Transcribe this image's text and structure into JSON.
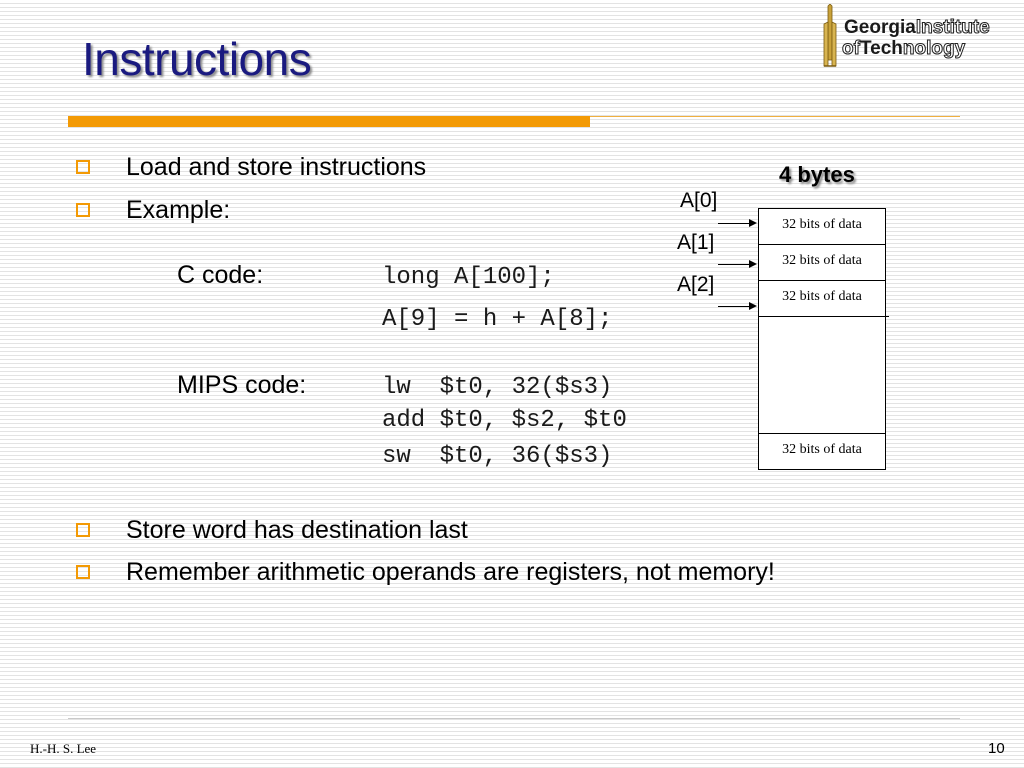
{
  "slide": {
    "title": "Instructions",
    "logo": {
      "line1_bold": "Georgia",
      "line1_outline": "Institute",
      "line2_outline_a": "of",
      "line2_bold": "Tech",
      "line2_outline_b": "nology"
    },
    "bullets": [
      "Load and store instructions",
      "Example:",
      "Store word has destination last",
      "Remember arithmetic operands are registers, not memory!"
    ],
    "c_code": {
      "label": "C code:",
      "lines": [
        "long A[100];",
        "A[9] = h + A[8];"
      ]
    },
    "mips_code": {
      "label": "MIPS code:",
      "lines": [
        "lw  $t0, 32($s3)",
        "add $t0, $s2, $t0",
        "sw  $t0, 36($s3)"
      ]
    },
    "diagram": {
      "bytes_label": "4 bytes",
      "indices": [
        "A[0]",
        "A[1]",
        "A[2]"
      ],
      "cells": [
        "32 bits of data",
        "32 bits of data",
        "32 bits of data",
        "32 bits of data"
      ]
    },
    "footer": {
      "author": "H.-H. S. Lee",
      "page": "10"
    }
  },
  "colors": {
    "title": "#1a1a80",
    "accent_orange": "#f39a05"
  }
}
